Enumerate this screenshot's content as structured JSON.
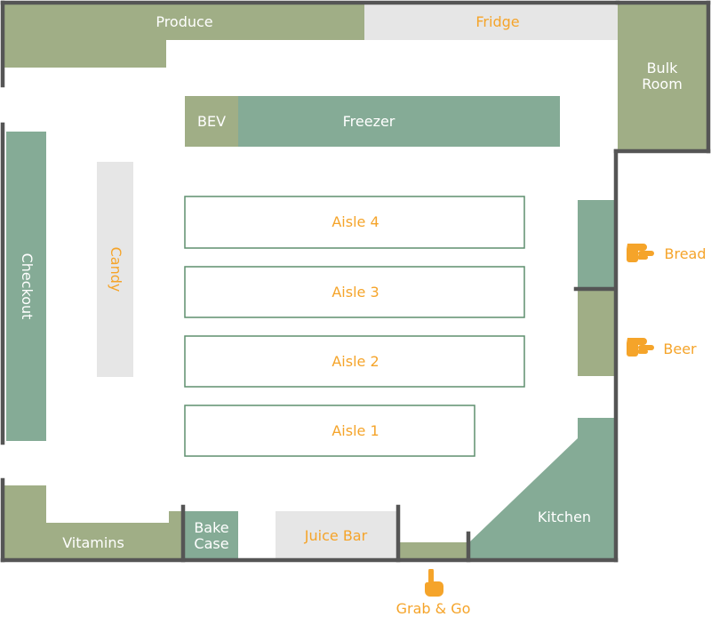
{
  "colors": {
    "olive": "#a0ae86",
    "teal": "#85ab96",
    "gray": "#e6e6e6",
    "wall": "#555555",
    "aisle_border": "#5f8f6f",
    "orange": "#f5a42a"
  },
  "sections": {
    "produce": "Produce",
    "fridge": "Fridge",
    "bulk_room_line1": "Bulk",
    "bulk_room_line2": "Room",
    "bev": "BEV",
    "freezer": "Freezer",
    "checkout": "Checkout",
    "candy": "Candy",
    "aisle_4": "Aisle 4",
    "aisle_3": "Aisle 3",
    "aisle_2": "Aisle 2",
    "aisle_1": "Aisle 1",
    "vitamins": "Vitamins",
    "bake_case_line1": "Bake",
    "bake_case_line2": "Case",
    "juice_bar": "Juice Bar",
    "kitchen": "Kitchen"
  },
  "entrances": {
    "bread": "Bread",
    "beer": "Beer",
    "grab_and_go": "Grab & Go"
  },
  "icons": [
    "pointing-hand-icon"
  ]
}
